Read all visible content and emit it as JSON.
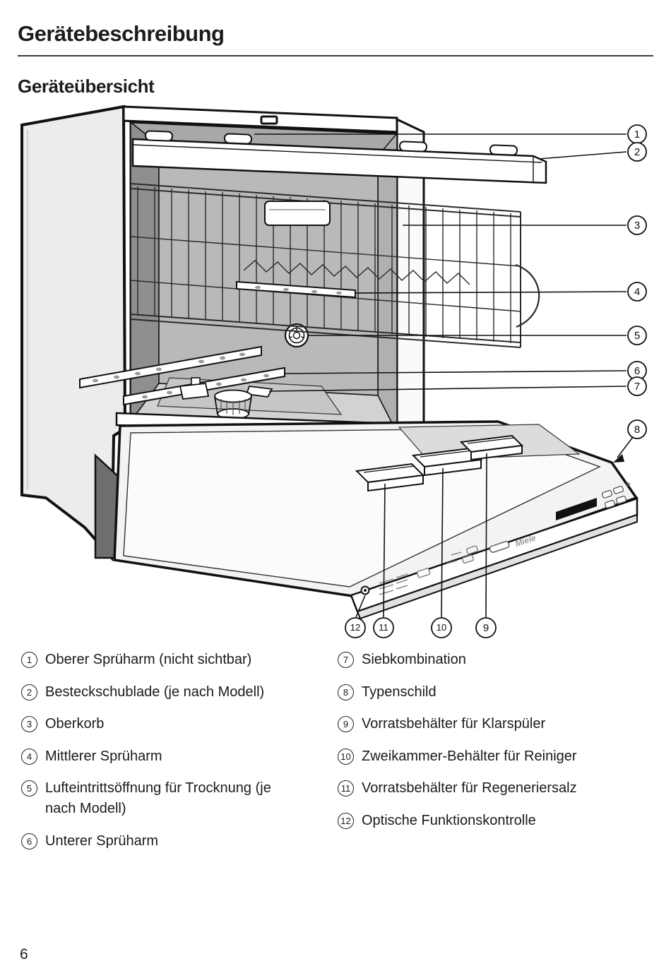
{
  "page": {
    "title": "Gerätebeschreibung",
    "subtitle": "Geräteübersicht",
    "page_number": "6"
  },
  "diagram": {
    "brand": "Miele",
    "callouts": {
      "n1": "1",
      "n2": "2",
      "n3": "3",
      "n4": "4",
      "n5": "5",
      "n6": "6",
      "n7": "7",
      "n8": "8",
      "n9": "9",
      "n10": "10",
      "n11": "11",
      "n12": "12"
    }
  },
  "legend": {
    "left": [
      {
        "num": "1",
        "label": "Oberer Sprüharm (nicht sichtbar)"
      },
      {
        "num": "2",
        "label": "Besteckschublade (je nach Modell)"
      },
      {
        "num": "3",
        "label": "Oberkorb"
      },
      {
        "num": "4",
        "label": "Mittlerer Sprüharm"
      },
      {
        "num": "5",
        "label": "Lufteintrittsöffnung für Trocknung (je nach Modell)"
      },
      {
        "num": "6",
        "label": "Unterer Sprüharm"
      }
    ],
    "right": [
      {
        "num": "7",
        "label": "Siebkombination"
      },
      {
        "num": "8",
        "label": "Typenschild"
      },
      {
        "num": "9",
        "label": "Vorratsbehälter für Klarspüler"
      },
      {
        "num": "10",
        "label": "Zweikammer-Behälter für Reiniger"
      },
      {
        "num": "11",
        "label": "Vorratsbehälter für Regeneriersalz"
      },
      {
        "num": "12",
        "label": "Optische Funktionskontrolle"
      }
    ]
  }
}
